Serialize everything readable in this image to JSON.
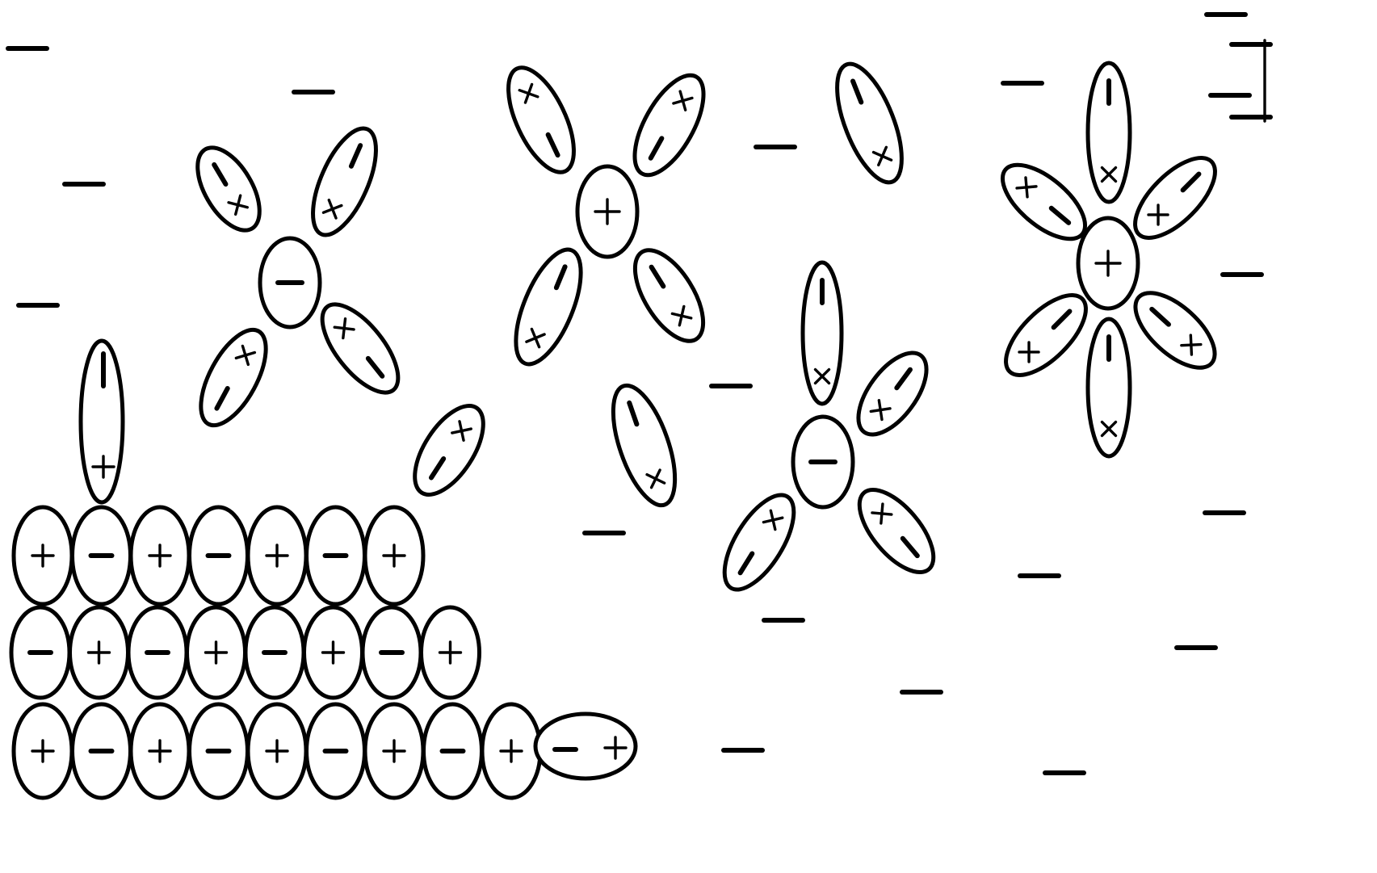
{
  "title": "",
  "colors": {
    "stroke": "#000000",
    "fill": "#ffffff"
  },
  "symbols": {
    "plus": "+",
    "minus": "−",
    "cross": "×"
  },
  "lattice_rows": [
    [
      "+",
      "−",
      "+",
      "−",
      "+",
      "−",
      "+"
    ],
    [
      "−",
      "+",
      "−",
      "+",
      "−",
      "+",
      "−",
      "+"
    ],
    [
      "+",
      "−",
      "+",
      "−",
      "+",
      "−",
      "+",
      "−",
      "+"
    ]
  ],
  "clusters": [
    {
      "id": "hydrated-anion-1",
      "center_ion": "−",
      "ligands": 4
    },
    {
      "id": "hydrated-cation-1",
      "center_ion": "+",
      "ligands": 4
    },
    {
      "id": "hydrated-anion-2",
      "center_ion": "−",
      "ligands": 4
    },
    {
      "id": "hydrated-cation-2",
      "center_ion": "+",
      "ligands": 6
    }
  ],
  "free_dipoles": 4,
  "free_ions": {
    "symbol": "−",
    "count": 21
  }
}
